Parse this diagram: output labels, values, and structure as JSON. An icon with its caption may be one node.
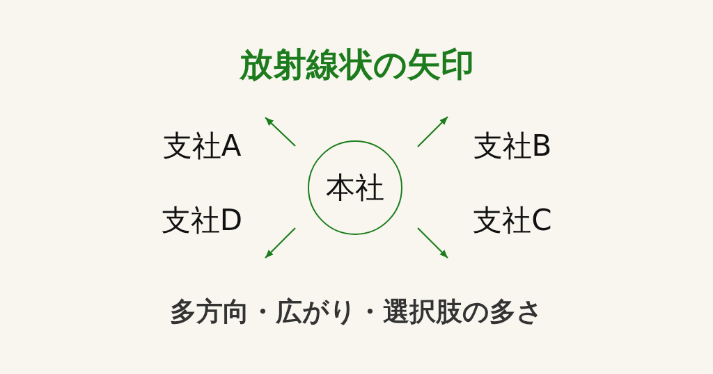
{
  "diagram": {
    "title": "放射線状の矢印",
    "caption": "多方向・広がり・選択肢の多さ",
    "nodes": [
      {
        "text": [
          "支社A"
        ]
      },
      {
        "text": [
          "支社B"
        ]
      },
      {
        "text": [
          "本社"
        ]
      },
      {
        "text": [
          "支社D"
        ]
      },
      {
        "text": [
          "支社C"
        ]
      }
    ],
    "edges": [
      {
        "from": 2,
        "to": 0,
        "arrow": "to"
      },
      {
        "from": 2,
        "to": 1,
        "arrow": "to"
      },
      {
        "from": 2,
        "to": 3,
        "arrow": "to"
      },
      {
        "from": 2,
        "to": 4,
        "arrow": "to"
      }
    ]
  }
}
